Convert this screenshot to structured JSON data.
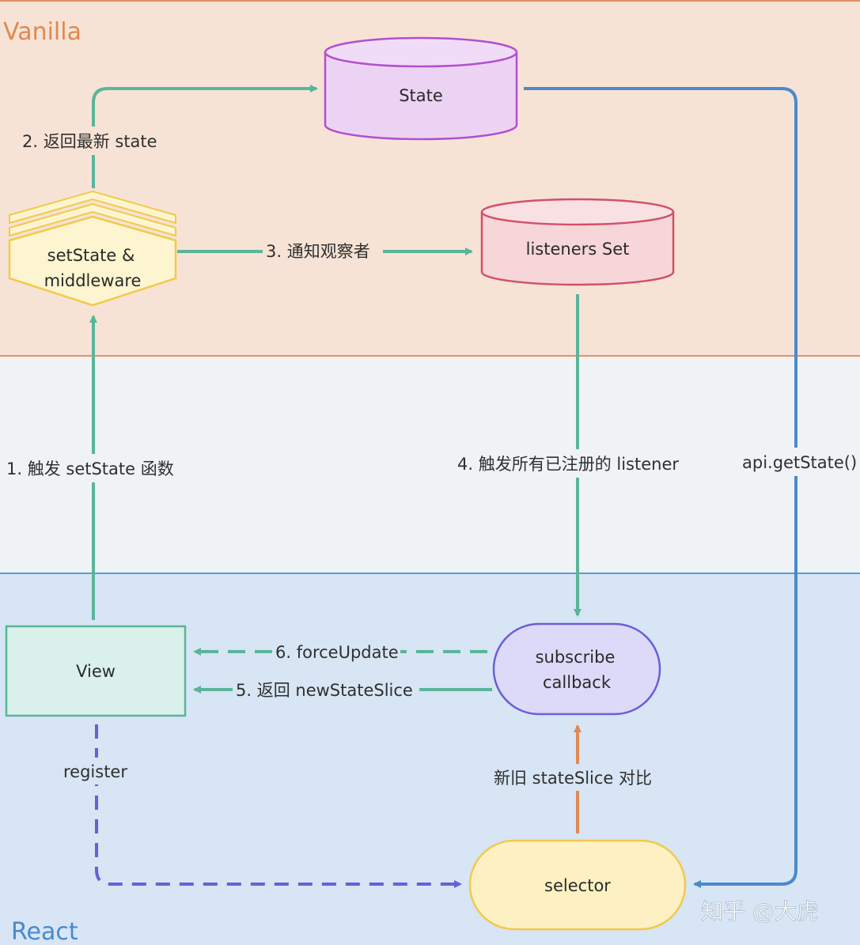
{
  "zones": {
    "vanilla": "Vanilla",
    "react": "React"
  },
  "nodes": {
    "state": "State",
    "setstate_line1": "setState &",
    "setstate_line2": "middleware",
    "listeners": "listeners Set",
    "view": "View",
    "subscribe_line1": "subscribe",
    "subscribe_line2": "callback",
    "selector": "selector"
  },
  "edges": {
    "step1": "1. 触发 setState 函数",
    "step2": "2. 返回最新 state",
    "step3": "3. 通知观察者",
    "step4": "4. 触发所有已注册的 listener",
    "step5": "5. 返回 newStateSlice",
    "step6": "6. forceUpdate",
    "register": "register",
    "compare": "新旧 stateSlice 对比",
    "get_state": "api.getState()"
  },
  "watermark": "知乎 @大虎",
  "colors": {
    "vanilla_bg": "#f7e3d6",
    "middle_bg": "#f0f3f6",
    "react_bg": "#d7e5f4",
    "green_arrow": "#5ab59a",
    "blue_arrow": "#4a8acb",
    "purple_dashed": "#6a5fd8",
    "orange_arrow": "#e08a52",
    "state_fill": "#ecd3f3",
    "listeners_fill": "#f6d6d9",
    "setstate_fill": "#fdf5d0",
    "view_fill": "#d9f1ea",
    "subscribe_fill": "#ddd9f8",
    "selector_fill": "#fdf1c3"
  }
}
